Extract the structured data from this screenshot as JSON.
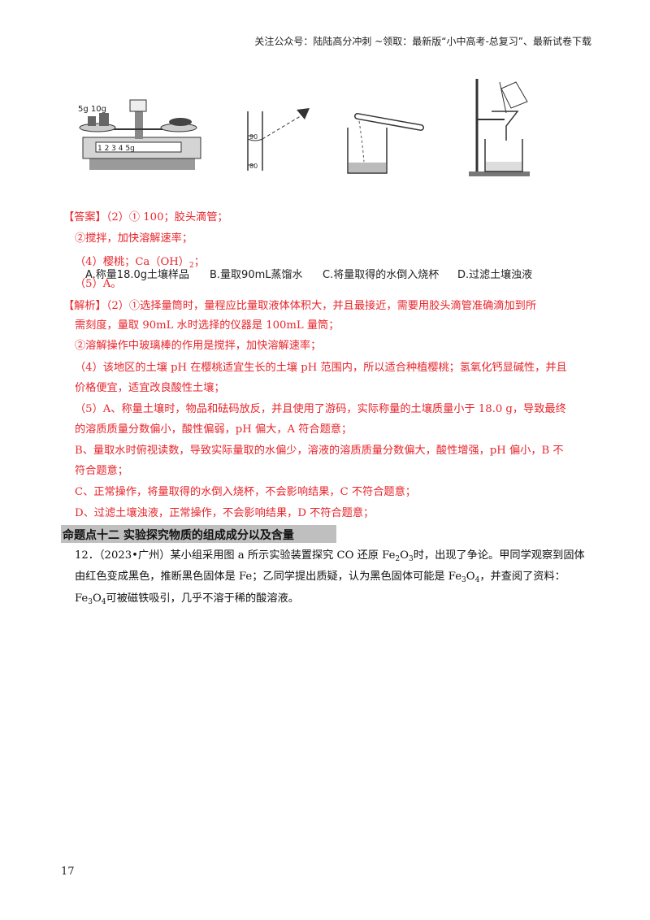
{
  "header": {
    "text": "关注公众号：陆陆高分冲刺  ~领取：最新版“小中高考-总复习”、最新试卷下载"
  },
  "figures": [
    {
      "caption": "A.称量18.0g土壤样品",
      "weights_label": "5g 10g",
      "scale": "1 2 3 4 5g"
    },
    {
      "caption": "B.量取90mL蒸馏水",
      "ticks": [
        "90",
        "80"
      ]
    },
    {
      "caption": "C.将量取得的水倒入烧杯"
    },
    {
      "caption": "D.过滤土壤浊液"
    }
  ],
  "answer": {
    "lines": [
      "【答案】（2）① 100；胶头滴管；",
      "②搅拌，加快溶解速率；",
      "（4）樱桃；Ca（OH）",
      "（5）A。"
    ],
    "ca_sub": "2",
    "ca_tail": "；"
  },
  "analysis": {
    "lines": [
      "【解析】（2）①选择量筒时，量程应比量取液体体积大，并且最接近，需要用胶头滴管准确滴加到所",
      "需刻度，量取 90mL 水时选择的仪器是 100mL 量筒；",
      "②溶解操作中玻璃棒的作用是搅拌，加快溶解速率；",
      "（4）该地区的土壤 pH 在樱桃适宜生长的土壤 pH 范围内，所以适合种植樱桃；氢氧化钙显碱性，并且",
      "价格便宜，适宜改良酸性土壤；",
      "（5）A、称量土壤时，物品和砝码放反，并且使用了游码，实际称量的土壤质量小于 18.0 g，导致最终",
      "的溶质质量分数偏小，酸性偏弱，pH 偏大，A 符合题意；",
      "B、量取水时俯视读数，导致实际量取的水偏少，溶液的溶质质量分数偏大，酸性增强，pH 偏小，B 不",
      "符合题意；",
      "C、正常操作，将量取得的水倒入烧杯，不会影响结果，C 不符合题意；",
      "D、过滤土壤浊液，正常操作，不会影响结果，D 不符合题意；"
    ]
  },
  "section": {
    "title": "命题点十二   实验探究物质的组成成分以及含量"
  },
  "question": {
    "line1_a": "12．（2023•广州）某小组采用图 a 所示实验装置探究 CO 还原 Fe",
    "line1_s1": "2",
    "line1_b": "O",
    "line1_s2": "3",
    "line1_c": "时，出现了争论。甲同学观察到固体",
    "line2_a": "由红色变成黑色，推断黑色固体是 Fe；乙同学提出质疑，认为黑色固体可能是 Fe",
    "line2_s1": "3",
    "line2_b": "O",
    "line2_s2": "4",
    "line2_c": "，并查阅了资料：",
    "line3_a": "Fe",
    "line3_s1": "3",
    "line3_b": "O",
    "line3_s2": "4",
    "line3_c": "可被磁铁吸引，几乎不溶于稀的酸溶液。"
  },
  "page_number": "17",
  "colors": {
    "answer_text": "#e8242b",
    "section_bar": "#bfbfbf"
  }
}
